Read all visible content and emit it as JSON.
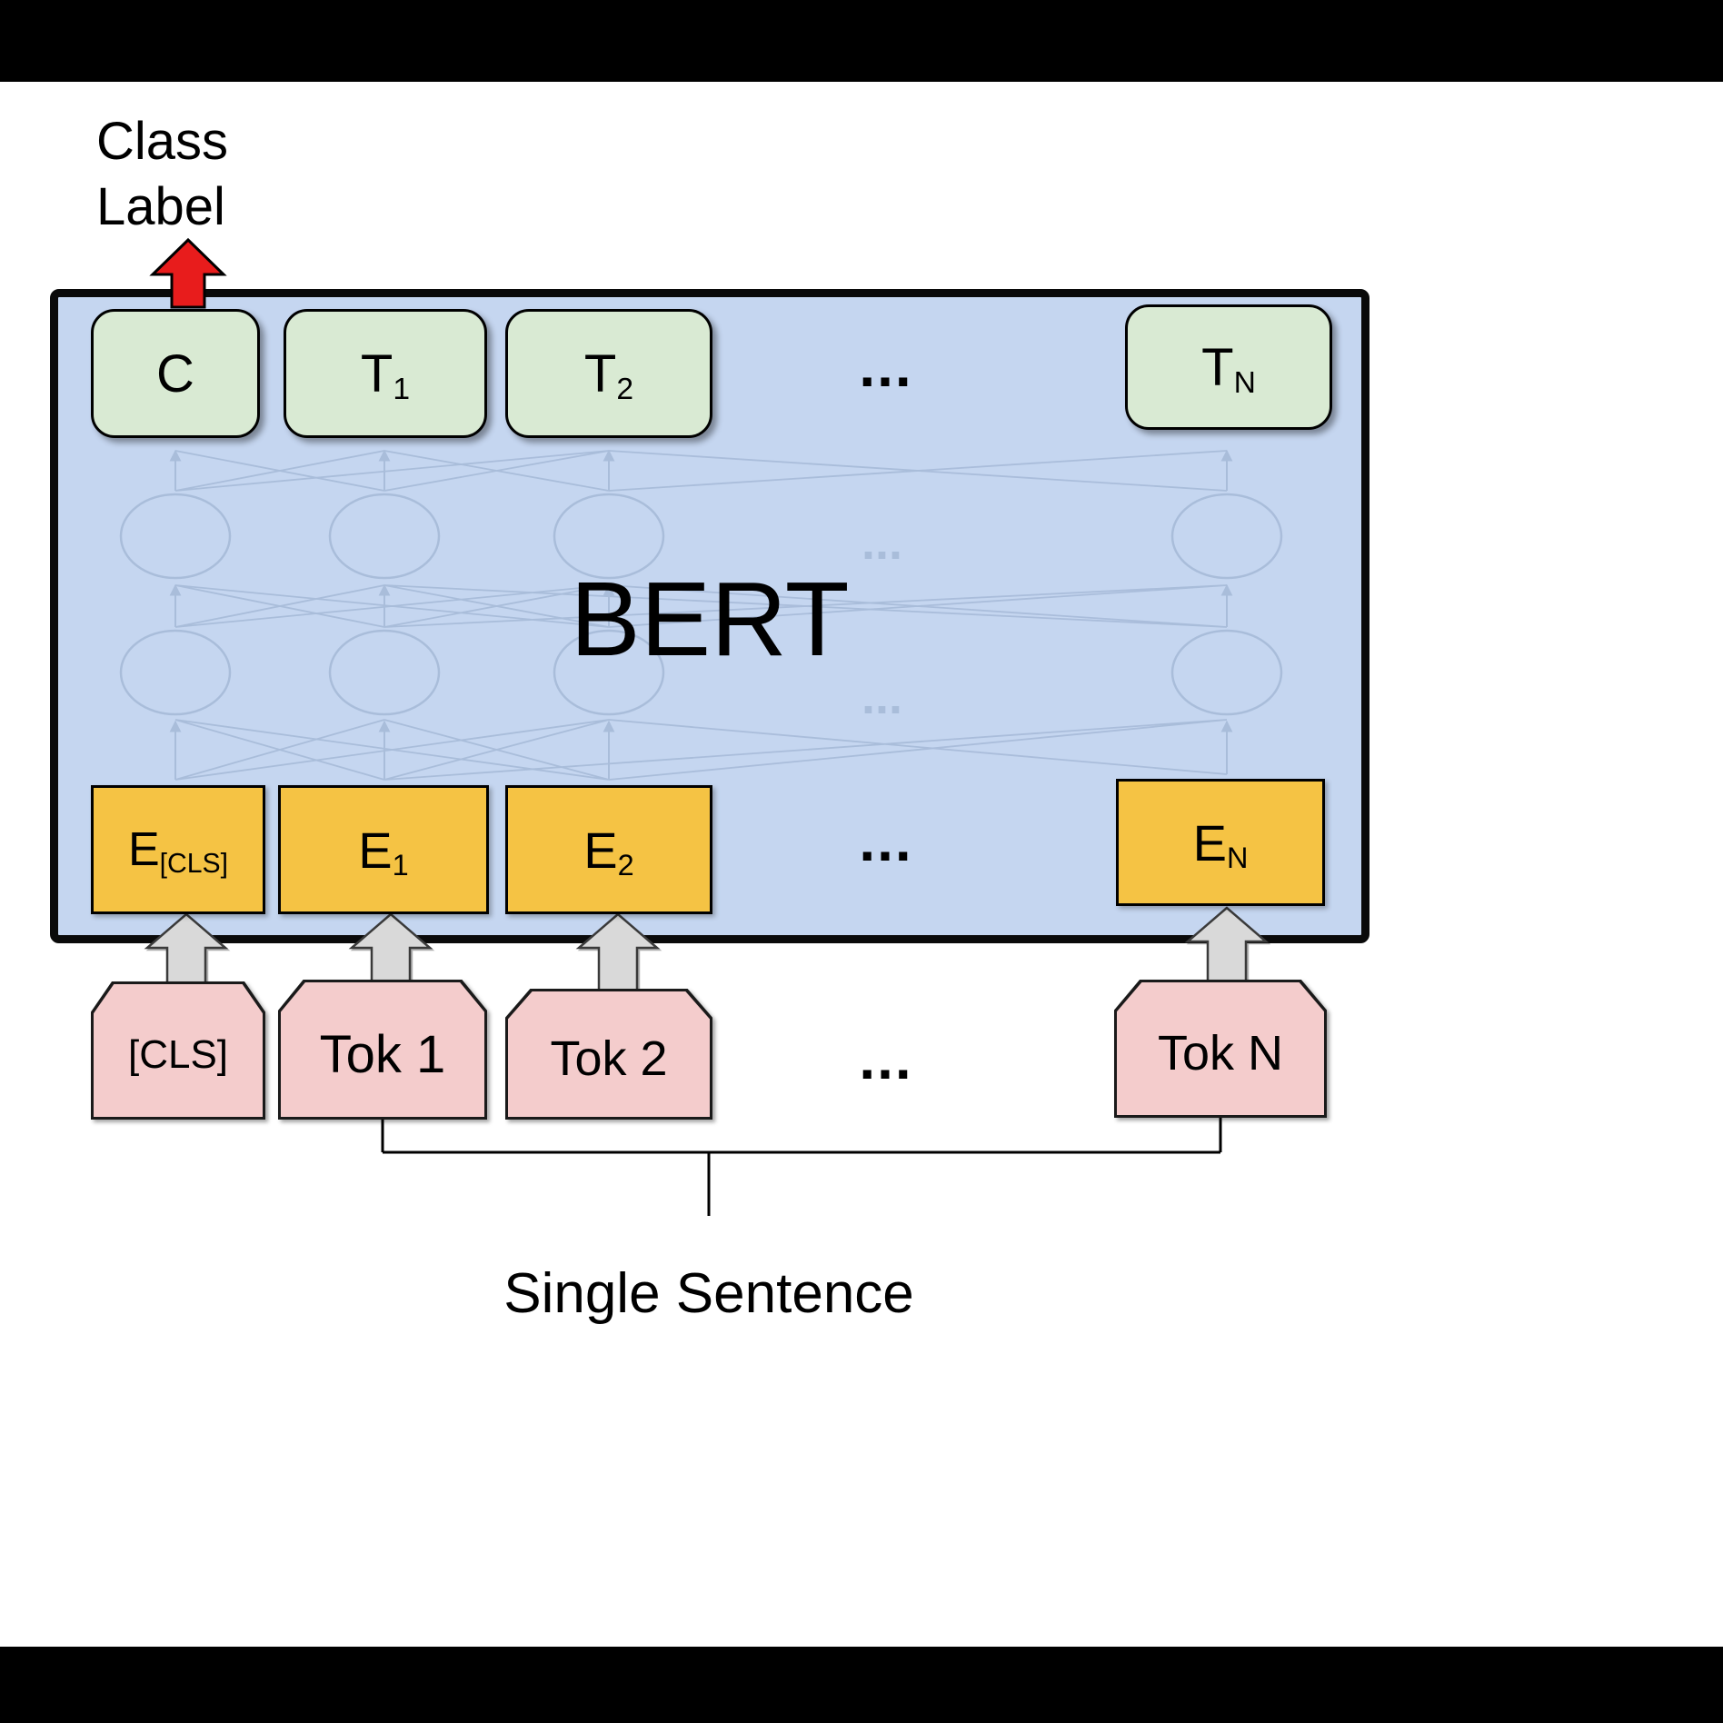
{
  "header": {
    "class_label_line1": "Class",
    "class_label_line2": "Label"
  },
  "model": {
    "name": "BERT"
  },
  "ellipsis": "...",
  "outputs": {
    "c": {
      "base": "C",
      "sub": ""
    },
    "t1": {
      "base": "T",
      "sub": "1"
    },
    "t2": {
      "base": "T",
      "sub": "2"
    },
    "tn": {
      "base": "T",
      "sub": "N"
    }
  },
  "embeddings": {
    "ecls": {
      "base": "E",
      "sub": "[CLS]"
    },
    "e1": {
      "base": "E",
      "sub": "1"
    },
    "e2": {
      "base": "E",
      "sub": "2"
    },
    "en": {
      "base": "E",
      "sub": "N"
    }
  },
  "tokens": {
    "cls": "[CLS]",
    "t1": "Tok 1",
    "t2": "Tok 2",
    "tn": "Tok N"
  },
  "caption": "Single Sentence",
  "colors": {
    "bert_fill": "#c5d6f0",
    "output_fill": "#d9ead3",
    "embedding_fill": "#f5c344",
    "token_fill": "#f4cccc",
    "arrow_red": "#e81c1c",
    "arrow_gray": "#d9d9d9"
  }
}
